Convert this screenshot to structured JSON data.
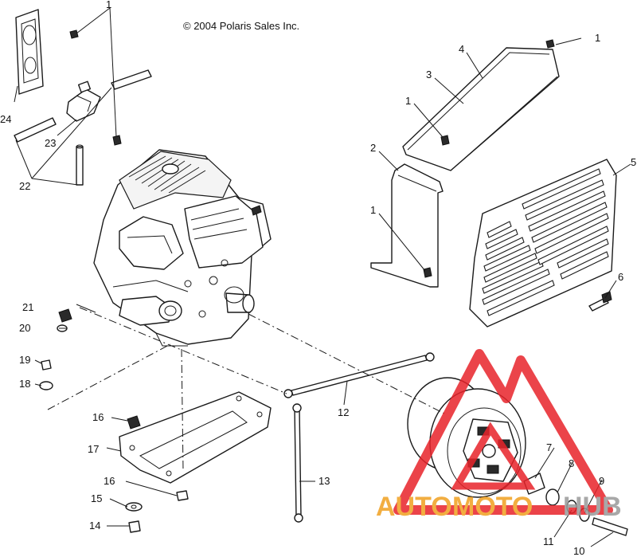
{
  "copyright": "© 2004 Polaris Sales Inc.",
  "watermark": {
    "word_auto": "AUTO",
    "word_moto": "MOTO",
    "word_hub": "HUB",
    "color_primary": "#e8232a",
    "color_secondary": "#f0a020",
    "color_grey": "#9a9a9a"
  },
  "callouts": [
    {
      "id": "c24",
      "label": "24"
    },
    {
      "id": "c1a",
      "label": "1"
    },
    {
      "id": "c23",
      "label": "23"
    },
    {
      "id": "c22",
      "label": "22"
    },
    {
      "id": "c1b",
      "label": "1"
    },
    {
      "id": "c4",
      "label": "4"
    },
    {
      "id": "c3",
      "label": "3"
    },
    {
      "id": "c1c",
      "label": "1"
    },
    {
      "id": "c2",
      "label": "2"
    },
    {
      "id": "c1d",
      "label": "1"
    },
    {
      "id": "c5",
      "label": "5"
    },
    {
      "id": "c6",
      "label": "6"
    },
    {
      "id": "c21",
      "label": "21"
    },
    {
      "id": "c20",
      "label": "20"
    },
    {
      "id": "c19",
      "label": "19"
    },
    {
      "id": "c18",
      "label": "18"
    },
    {
      "id": "c16a",
      "label": "16"
    },
    {
      "id": "c17",
      "label": "17"
    },
    {
      "id": "c16b",
      "label": "16"
    },
    {
      "id": "c15",
      "label": "15"
    },
    {
      "id": "c14",
      "label": "14"
    },
    {
      "id": "c12",
      "label": "12"
    },
    {
      "id": "c13",
      "label": "13"
    },
    {
      "id": "c7",
      "label": "7"
    },
    {
      "id": "c8",
      "label": "8"
    },
    {
      "id": "c9",
      "label": "9"
    },
    {
      "id": "c11",
      "label": "11"
    },
    {
      "id": "c10",
      "label": "10"
    }
  ]
}
